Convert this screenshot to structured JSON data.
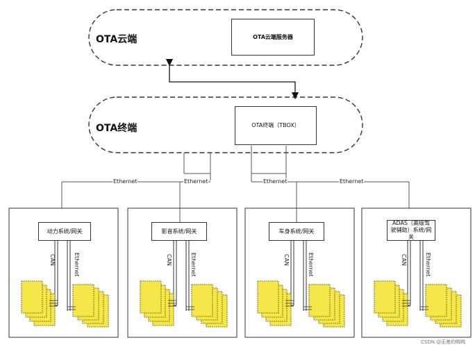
{
  "cloud_zone": {
    "title": "OTA云端",
    "server_label": "OTA云端服务器"
  },
  "terminal_zone": {
    "title": "OTA终端",
    "tbox_label": "OTA终端（TBOX）"
  },
  "links": {
    "ethernet": "Ethernet",
    "can": "CAN"
  },
  "subsystems": [
    {
      "label": "动力系统/网关"
    },
    {
      "label": "影音系统/网关"
    },
    {
      "label": "车身系统/网关"
    },
    {
      "label": "ADAS（高级驾驶辅助）系统/网关"
    }
  ],
  "colors": {
    "ecu_fill": "#f7e64a",
    "ecu_stroke": "#5a5a00",
    "line": "#333333"
  },
  "watermark": "CSDN @无差的鸭鸭"
}
